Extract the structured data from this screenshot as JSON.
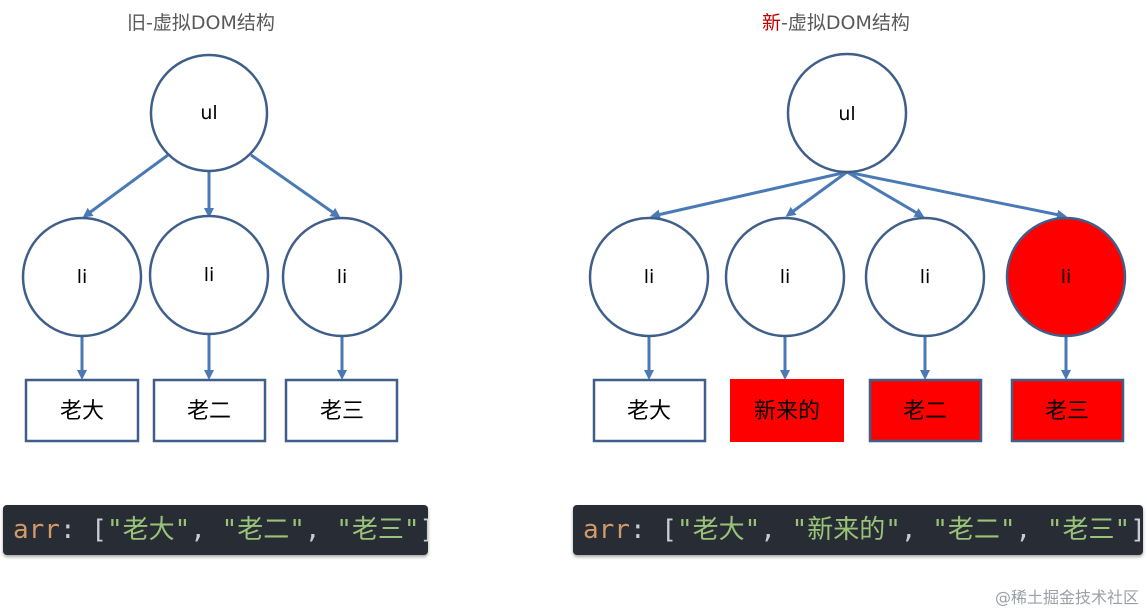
{
  "old_tree": {
    "title": "旧-虚拟DOM结构",
    "root_label": "ul",
    "li_label": "li",
    "items": [
      "老大",
      "老二",
      "老三"
    ]
  },
  "new_tree": {
    "title_accent": "新",
    "title_rest": "-虚拟DOM结构",
    "root_label": "ul",
    "li_label": "li",
    "items": [
      "老大",
      "新来的",
      "老二",
      "老三"
    ]
  },
  "code": {
    "old": {
      "key": "arr",
      "values": [
        "老大",
        "老二",
        "老三"
      ]
    },
    "new": {
      "key": "arr",
      "values": [
        "老大",
        "新来的",
        "老二",
        "老三"
      ]
    }
  },
  "watermark": "@稀土掘金技术社区",
  "colors": {
    "stroke": "#3f5f8a",
    "arrow": "#4a7ab5",
    "highlight": "#ff0000",
    "title_accent": "#c00000"
  }
}
